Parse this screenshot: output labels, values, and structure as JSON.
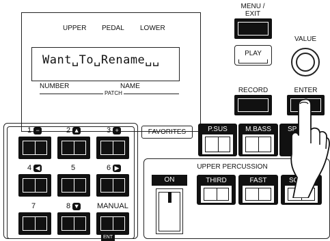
{
  "lcd": {
    "top_labels": [
      "UPPER",
      "PEDAL",
      "LOWER"
    ],
    "text": "Want␣To␣Rename␣␣",
    "number_label": "NUMBER",
    "name_label": "NAME",
    "patch_label": "PATCH"
  },
  "buttons": {
    "menu_exit": "MENU /\nEXIT",
    "play": "PLAY",
    "value": "VALUE",
    "record": "RECORD",
    "enter": "ENTER"
  },
  "favorites": {
    "label": "FAVORITES",
    "keys": [
      {
        "label": "1",
        "icon": "minus-icon",
        "glyph": "−"
      },
      {
        "label": "2",
        "icon": "up-icon",
        "glyph": "▲"
      },
      {
        "label": "3",
        "icon": "plus-icon",
        "glyph": "+"
      },
      {
        "label": "4",
        "icon": "left-icon",
        "glyph": "◀"
      },
      {
        "label": "5",
        "icon": "",
        "glyph": ""
      },
      {
        "label": "6",
        "icon": "right-icon",
        "glyph": "▶"
      },
      {
        "label": "7",
        "icon": "",
        "glyph": ""
      },
      {
        "label": "8",
        "icon": "down-icon",
        "glyph": "▼"
      },
      {
        "label": "MANUAL",
        "icon": "",
        "glyph": ""
      }
    ],
    "ent": "ENT"
  },
  "top_tabs": [
    "P.SUS",
    "M.BASS",
    "SP"
  ],
  "percussion": {
    "title": "UPPER PERCUSSION",
    "tabs": [
      "ON",
      "THIRD",
      "FAST",
      "SO"
    ]
  },
  "colors": {
    "ink": "#111111",
    "background": "#ffffff"
  }
}
